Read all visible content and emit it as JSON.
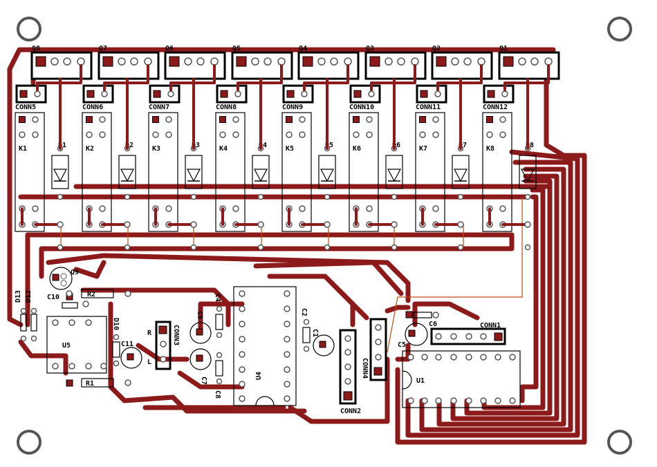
{
  "board": {
    "relay_channels": [
      {
        "transistor": "Q8",
        "connector": "CONN5",
        "relay": "K1",
        "diode": "D1"
      },
      {
        "transistor": "Q7",
        "connector": "CONN6",
        "relay": "K2",
        "diode": "D2"
      },
      {
        "transistor": "Q6",
        "connector": "CONN7",
        "relay": "K3",
        "diode": "D3"
      },
      {
        "transistor": "Q5",
        "connector": "CONN8",
        "relay": "K4",
        "diode": "D4"
      },
      {
        "transistor": "Q4",
        "connector": "CONN9",
        "relay": "K5",
        "diode": "D5"
      },
      {
        "transistor": "Q3",
        "connector": "CONN10",
        "relay": "K6",
        "diode": "D6"
      },
      {
        "transistor": "Q2",
        "connector": "CONN11",
        "relay": "K7",
        "diode": "D7"
      },
      {
        "transistor": "Q1",
        "connector": "CONN12",
        "relay": "K8",
        "diode": "D8"
      }
    ],
    "labels": {
      "q9": "Q9",
      "c10": "C10",
      "r2": "R2",
      "r1": "R1",
      "u5": "U5",
      "c11": "C11",
      "d10": "D10",
      "l": "L",
      "r": "R",
      "conn3": "CONN3",
      "c4": "C4",
      "c9": "C9",
      "c7": "C7",
      "c8": "C8",
      "u4": "U4",
      "c2": "C2",
      "c1": "C1",
      "conn2": "CONN2",
      "conn4": "CONN4",
      "conn1": "CONN1",
      "c6": "C6",
      "c5": "C5",
      "u1": "U1",
      "d13": "D13",
      "d12": "D12"
    }
  },
  "colors": {
    "trace": "#8c1a1a",
    "outline": "#000000",
    "jumper": "#c04a10",
    "background": "#ffffff"
  }
}
